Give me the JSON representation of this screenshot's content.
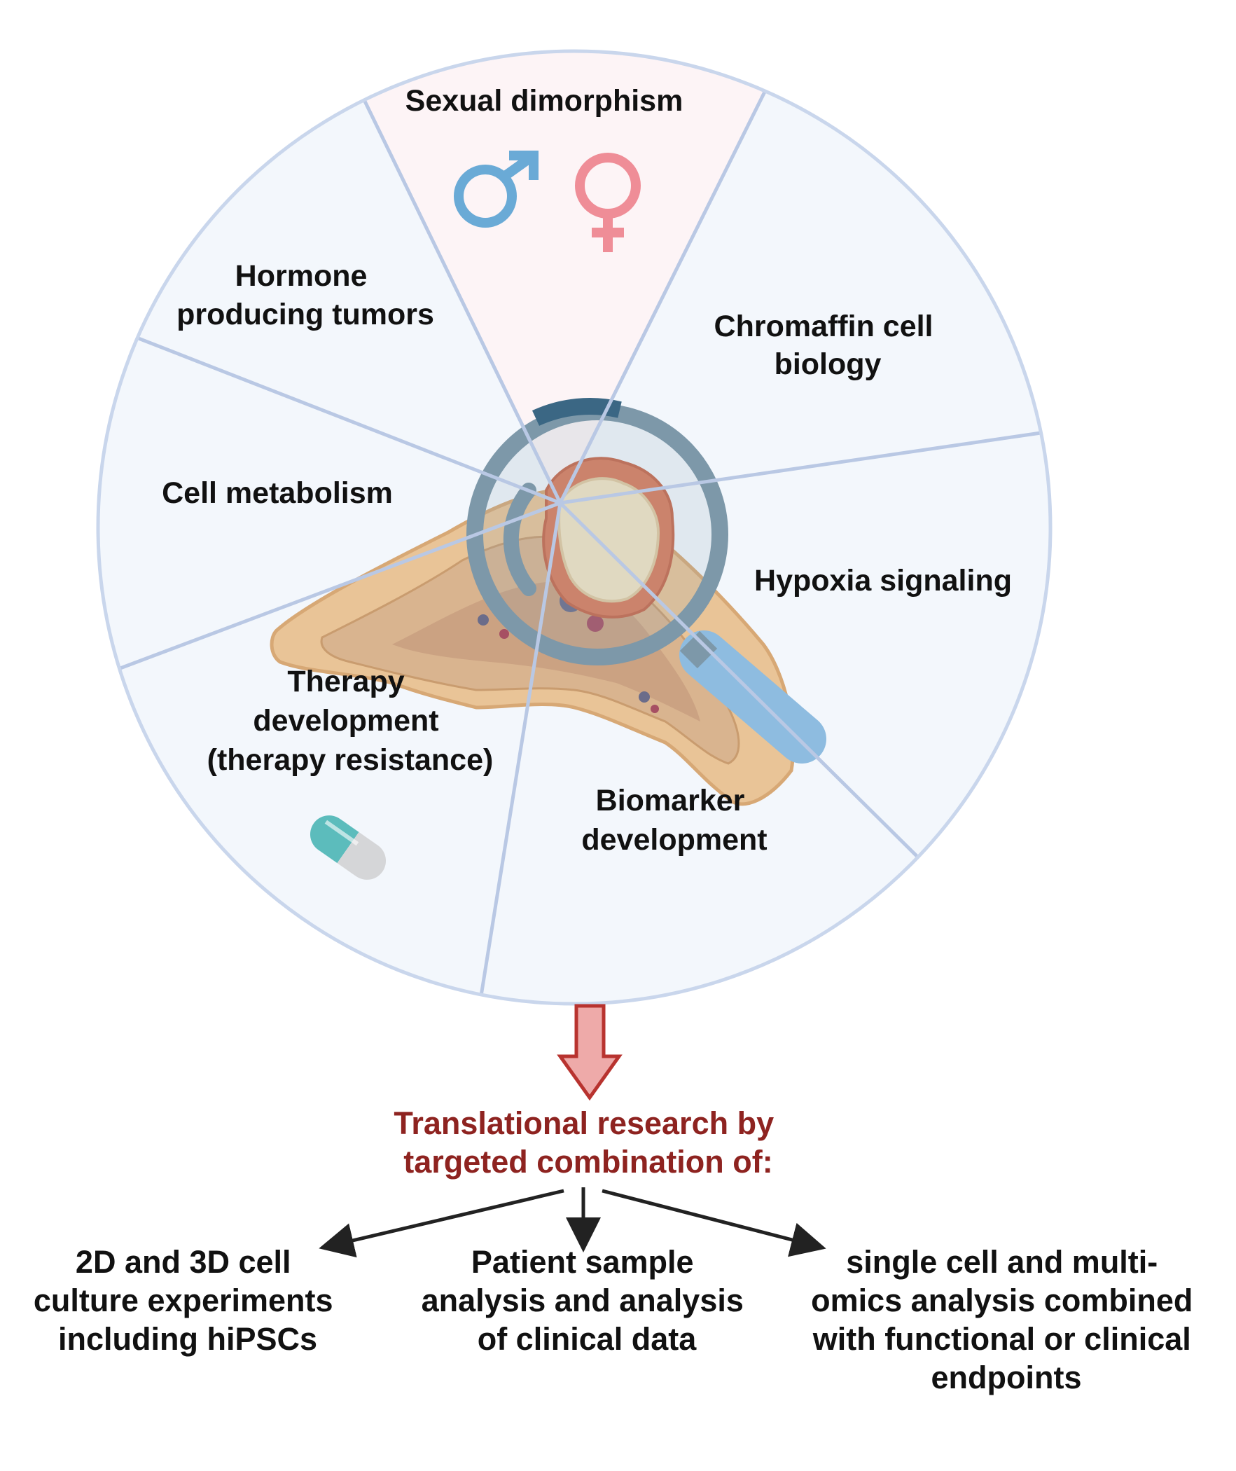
{
  "wheel": {
    "segments": [
      {
        "id": "sexual-dimorphism",
        "lines": [
          "Sexual dimorphism"
        ],
        "fill": "#fdf4f6"
      },
      {
        "id": "chromaffin-cell-biology",
        "lines": [
          "Chromaffin cell",
          "biology"
        ],
        "fill": "#f3f7fc"
      },
      {
        "id": "hypoxia-signaling",
        "lines": [
          "Hypoxia signaling"
        ],
        "fill": "#f3f7fc"
      },
      {
        "id": "biomarker-development",
        "lines": [
          "Biomarker",
          "development"
        ],
        "fill": "#f3f7fc"
      },
      {
        "id": "therapy-development",
        "lines": [
          "Therapy",
          "development",
          "(therapy resistance)"
        ],
        "fill": "#f3f7fc"
      },
      {
        "id": "cell-metabolism",
        "lines": [
          "Cell metabolism"
        ],
        "fill": "#f3f7fc"
      },
      {
        "id": "hormone-producing-tumors",
        "lines": [
          "Hormone",
          "producing tumors"
        ],
        "fill": "#f3f7fc"
      }
    ],
    "divider_color": "#b9c8e4"
  },
  "icons": {
    "male_symbol": {
      "name": "male-symbol-icon",
      "color": "#6aaad6"
    },
    "female_symbol": {
      "name": "female-symbol-icon",
      "color": "#ef8d97"
    },
    "magnifier": {
      "name": "magnifying-glass-icon",
      "ring_color": "#7d98a9",
      "handle_color": "#8ebce0"
    },
    "adrenal_gland": {
      "name": "adrenal-gland-icon",
      "color": "#e9c497"
    },
    "pill": {
      "name": "pill-capsule-icon",
      "colors": [
        "#5cbcbc",
        "#d5d6d8"
      ]
    }
  },
  "arrow": {
    "name": "down-arrow-icon",
    "fill": "#eeaaa9",
    "stroke": "#b8332f"
  },
  "summary": {
    "lines": [
      "Translational research  by",
      "targeted combination of:"
    ],
    "color": "#8e2320"
  },
  "outcomes": [
    {
      "id": "cell-culture",
      "lines": [
        "2D and 3D cell",
        "culture experiments",
        "including hiPSCs"
      ]
    },
    {
      "id": "patient-sample",
      "lines": [
        "Patient sample",
        "analysis and analysis",
        "of clinical data"
      ]
    },
    {
      "id": "single-cell",
      "lines": [
        "single cell and multi-",
        "omics analysis combined",
        "with functional or clinical",
        "endpoints"
      ]
    }
  ]
}
